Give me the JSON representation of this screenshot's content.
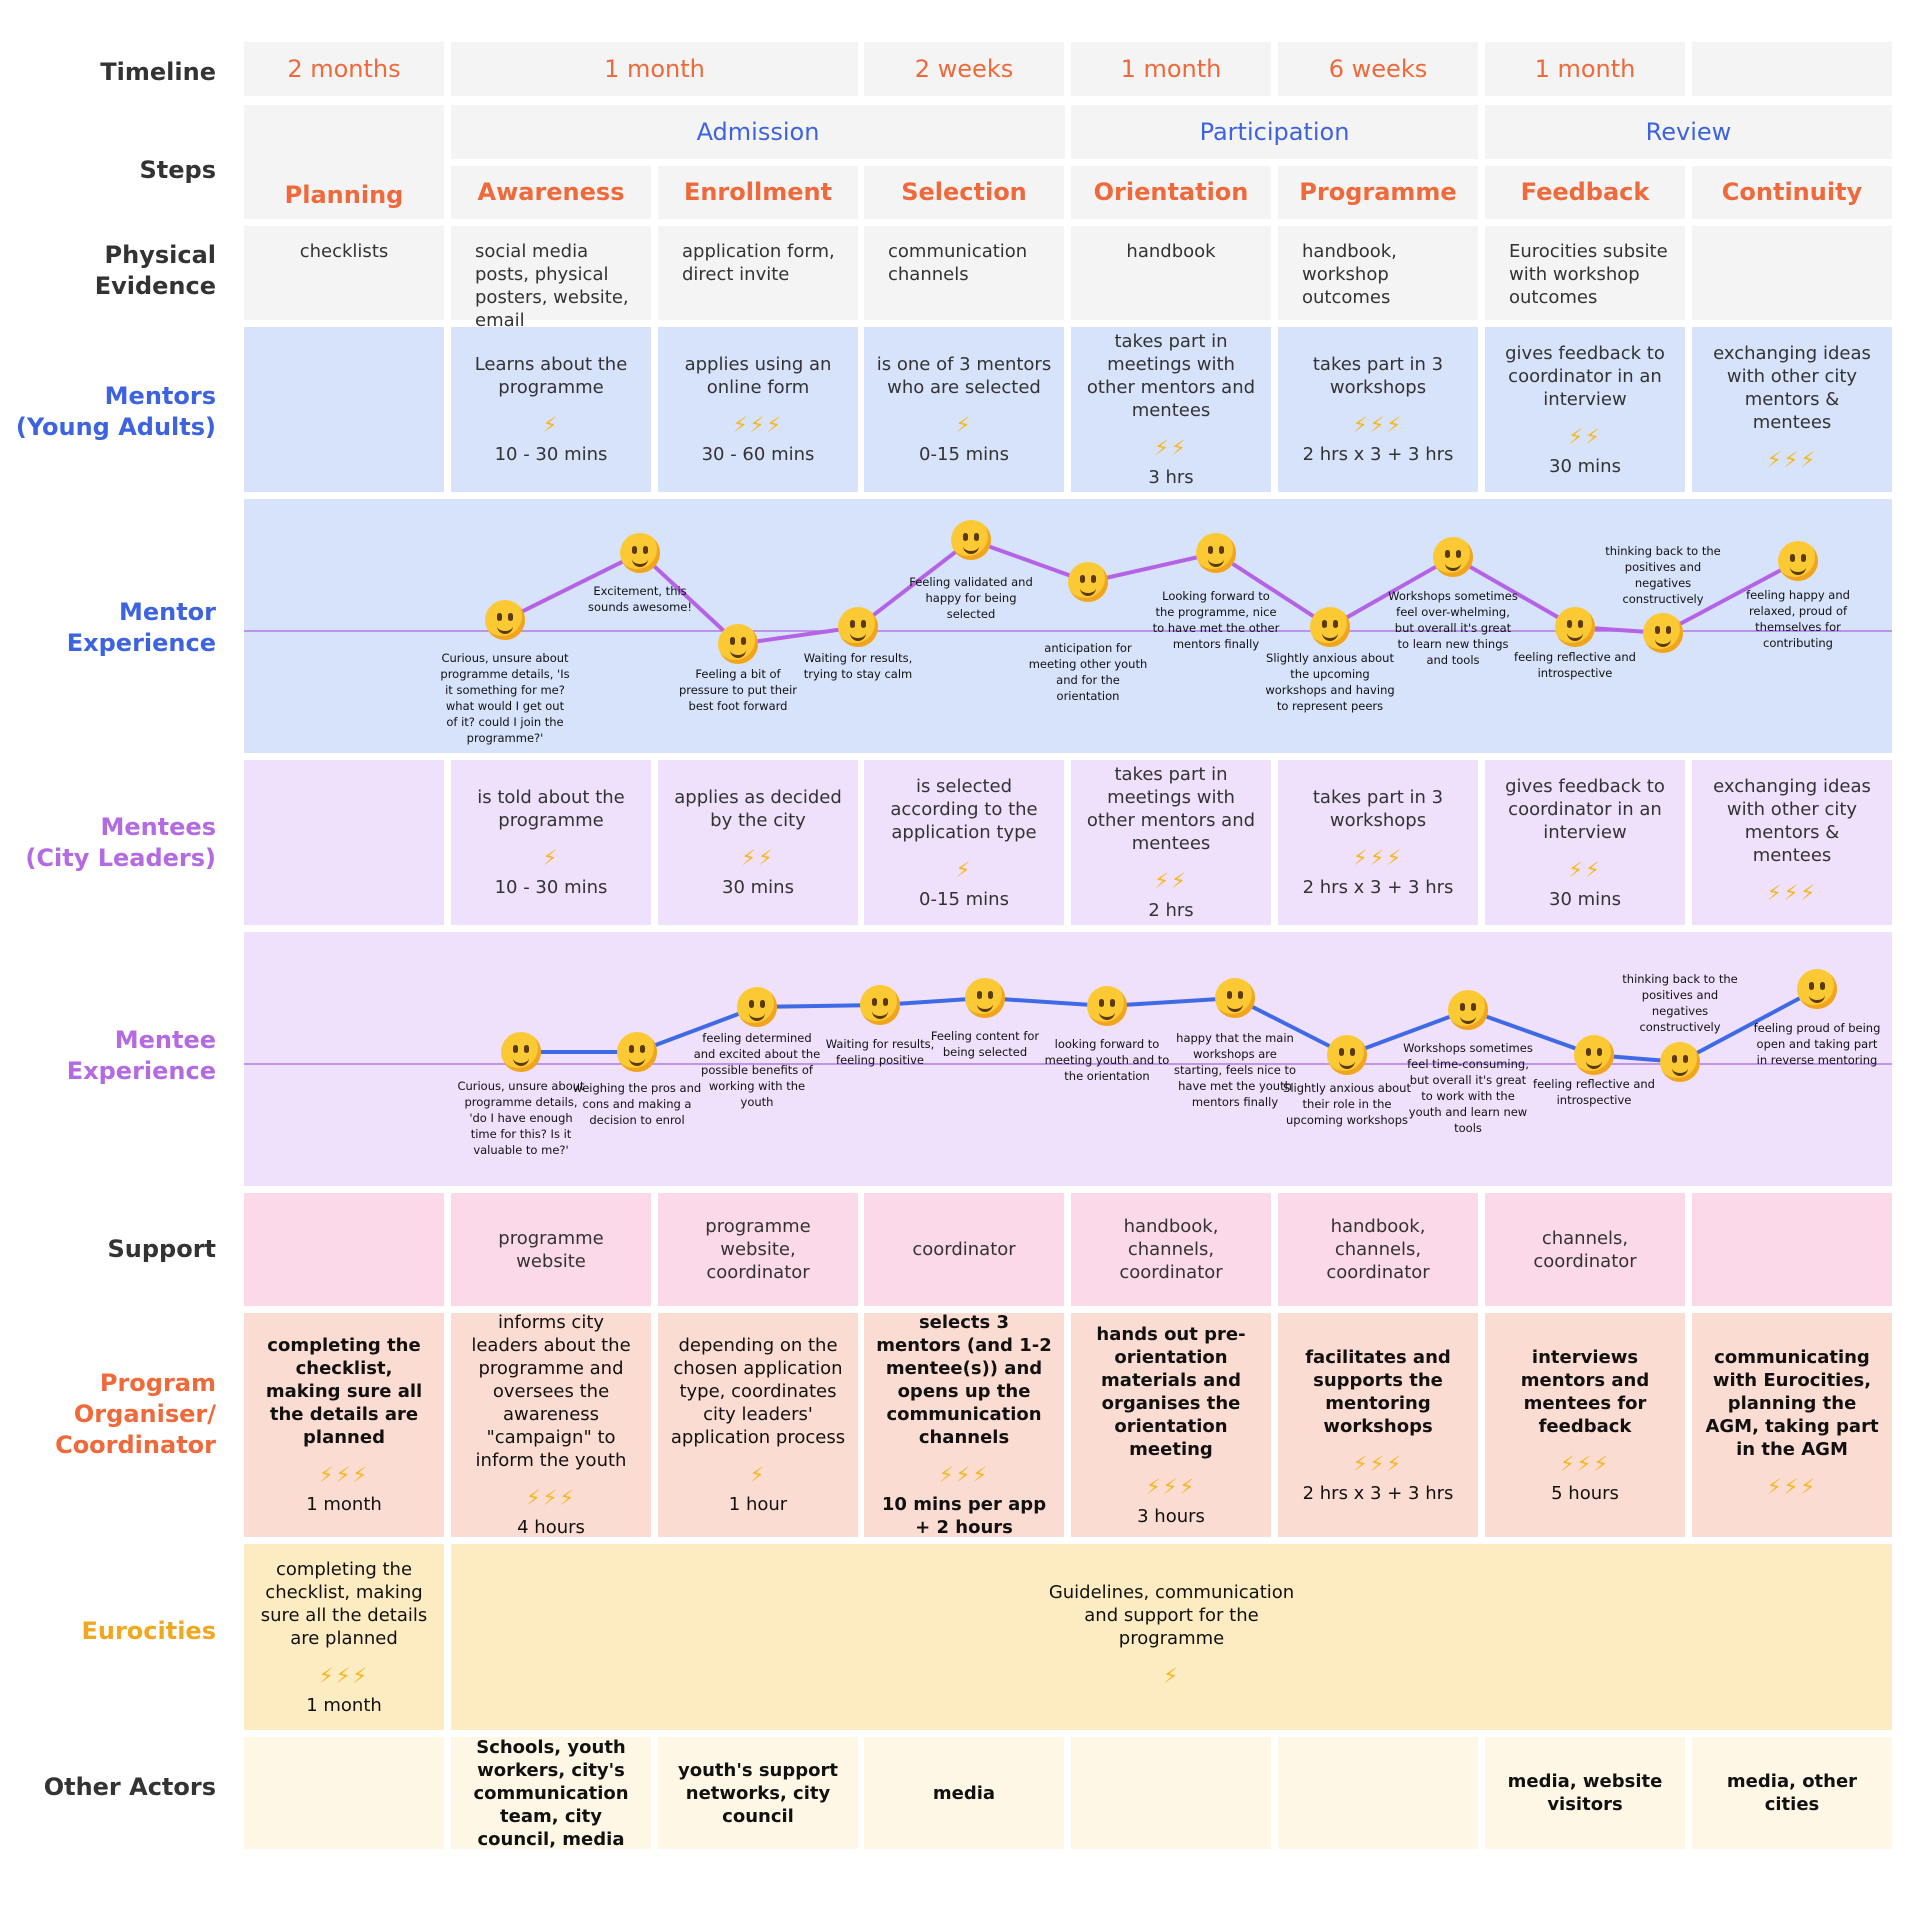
{
  "row_labels": {
    "timeline": "Timeline",
    "steps": "Steps",
    "physical_evidence": [
      "Physical",
      "Evidence"
    ],
    "mentors": [
      "Mentors",
      "(Young Adults)"
    ],
    "mentor_experience": [
      "Mentor",
      "Experience"
    ],
    "mentees": [
      "Mentees",
      "(City Leaders)"
    ],
    "mentee_experience": [
      "Mentee",
      "Experience"
    ],
    "support": "Support",
    "organiser": [
      "Program",
      "Organiser/",
      "Coordinator"
    ],
    "eurocities": "Eurocities",
    "other_actors": "Other Actors"
  },
  "timeline": [
    "2 months",
    "1 month",
    "2 weeks",
    "1 month",
    "6 weeks",
    "1 month",
    ""
  ],
  "phases": [
    "Admission",
    "Participation",
    "Review"
  ],
  "steps": [
    "Planning",
    "Awareness",
    "Enrollment",
    "Selection",
    "Orientation",
    "Programme",
    "Feedback",
    "Continuity"
  ],
  "physical_evidence": [
    "checklists",
    "social media posts, physical posters, website, email",
    "application form, direct invite",
    "communication channels",
    "handbook",
    "handbook, workshop outcomes",
    "Eurocities subsite with workshop outcomes",
    ""
  ],
  "mentors": [
    {
      "text": "Learns about the programme",
      "bolts": "⚡",
      "dur": "10 - 30 mins"
    },
    {
      "text": "applies using an online form",
      "bolts": "⚡⚡⚡",
      "dur": "30 - 60 mins"
    },
    {
      "text": "is one of 3 mentors who are selected",
      "bolts": "⚡",
      "dur": "0-15 mins"
    },
    {
      "text": "takes part in meetings with other mentors and mentees",
      "bolts": "⚡⚡",
      "dur": "3 hrs"
    },
    {
      "text": "takes part in 3 workshops",
      "bolts": "⚡⚡⚡",
      "dur": "2 hrs x 3 + 3 hrs"
    },
    {
      "text": "gives feedback to coordinator in an interview",
      "bolts": "⚡⚡",
      "dur": "30 mins"
    },
    {
      "text": "exchanging ideas with other city mentors & mentees",
      "bolts": "⚡⚡⚡",
      "dur": ""
    }
  ],
  "mentor_experience": [
    "Curious, unsure about programme details, 'Is it something for me? what would I get out of it? could I join the programme?'",
    "Excitement, this sounds awesome!",
    "Feeling a bit of pressure to put their best foot forward",
    "Waiting for results, trying to stay calm",
    "Feeling validated and happy for being selected",
    "anticipation for meeting other youth and for the orientation",
    "Looking forward to the programme, nice to have met the other mentors finally",
    "Slightly anxious about the upcoming workshops and having to represent peers",
    "Workshops sometimes feel over-whelming, but overall it's great to learn new things and tools",
    "feeling reflective and introspective",
    "thinking back to the positives and negatives constructively",
    "feeling happy and relaxed, proud of themselves for contributing"
  ],
  "mentees": [
    {
      "text": "is told about the programme",
      "bolts": "⚡",
      "dur": "10 - 30 mins"
    },
    {
      "text": "applies as decided by the city",
      "bolts": "⚡⚡",
      "dur": "30 mins"
    },
    {
      "text": "is selected according to the application type",
      "bolts": "⚡",
      "dur": "0-15 mins"
    },
    {
      "text": "takes part in meetings with other mentors and mentees",
      "bolts": "⚡⚡",
      "dur": "2 hrs"
    },
    {
      "text": "takes part in 3 workshops",
      "bolts": "⚡⚡⚡",
      "dur": "2 hrs x 3 + 3 hrs"
    },
    {
      "text": "gives feedback to coordinator in an interview",
      "bolts": "⚡⚡",
      "dur": "30 mins"
    },
    {
      "text": "exchanging ideas with other city mentors & mentees",
      "bolts": "⚡⚡⚡",
      "dur": ""
    }
  ],
  "mentee_experience": [
    "Curious, unsure about programme details, 'do I have enough time for this? Is it valuable to me?'",
    "weighing the pros and cons and making a decision to enrol",
    "feeling determined and excited about the possible benefits of working with the youth",
    "Waiting for results, feeling positive",
    "Feeling content for being selected",
    "looking forward to meeting youth and to the orientation",
    "happy that the main workshops are starting, feels nice to have met the youth mentors finally",
    "Slightly anxious about their role in the upcoming workshops",
    "Workshops sometimes feel time-consuming, but overall it's great to work with the youth and learn new tools",
    "feeling reflective and introspective",
    "thinking back to the positives and negatives constructively",
    "feeling proud of being open and taking part in reverse mentoring"
  ],
  "support": [
    "",
    "programme website",
    "programme website, coordinator",
    "coordinator",
    "handbook, channels, coordinator",
    "handbook, channels, coordinator",
    "channels, coordinator",
    ""
  ],
  "organiser": [
    {
      "text": "completing the checklist, making sure all the details are planned",
      "bolts": "⚡⚡⚡",
      "dur": "1 month"
    },
    {
      "text": "informs city leaders about the programme and oversees the awareness \"campaign\" to inform the youth",
      "bolts": "⚡⚡⚡",
      "dur": "4 hours"
    },
    {
      "text": "depending on the chosen application type, coordinates city leaders' application process",
      "bolts": "⚡",
      "dur": "1 hour"
    },
    {
      "text": "selects 3 mentors (and 1-2 mentee(s)) and opens up the communication channels",
      "bolts": "⚡⚡⚡",
      "dur": "10 mins per app\n+  2 hours"
    },
    {
      "text": "hands out pre-orientation materials and organises the orientation meeting",
      "bolts": "⚡⚡⚡",
      "dur": "3 hours"
    },
    {
      "text": "facilitates and supports the mentoring workshops",
      "bolts": "⚡⚡⚡",
      "dur": "2 hrs x 3 + 3 hrs"
    },
    {
      "text": "interviews mentors and mentees for feedback",
      "bolts": "⚡⚡⚡",
      "dur": "5 hours"
    },
    {
      "text": "communicating with Eurocities, planning the AGM, taking part in the AGM",
      "bolts": "⚡⚡⚡",
      "dur": ""
    }
  ],
  "eurocities": {
    "planning": {
      "text": "completing the checklist, making sure all the details are planned",
      "bolts": "⚡⚡⚡",
      "dur": "1 month"
    },
    "rest": {
      "text": "Guidelines, communication and support for the programme",
      "bolts": "⚡"
    }
  },
  "other_actors": [
    "",
    "Schools, youth workers, city's communication team, city council, media",
    "youth's support networks, city council",
    "media",
    "",
    "",
    "media, website visitors",
    "media, other cities"
  ],
  "colors": {
    "orange": "#f0693a",
    "blue": "#3e63e0",
    "purple": "#b36ae3",
    "mentor_line": "#b563e6",
    "mentee_line": "#3f6ae6",
    "bolt": "#f6b820"
  }
}
